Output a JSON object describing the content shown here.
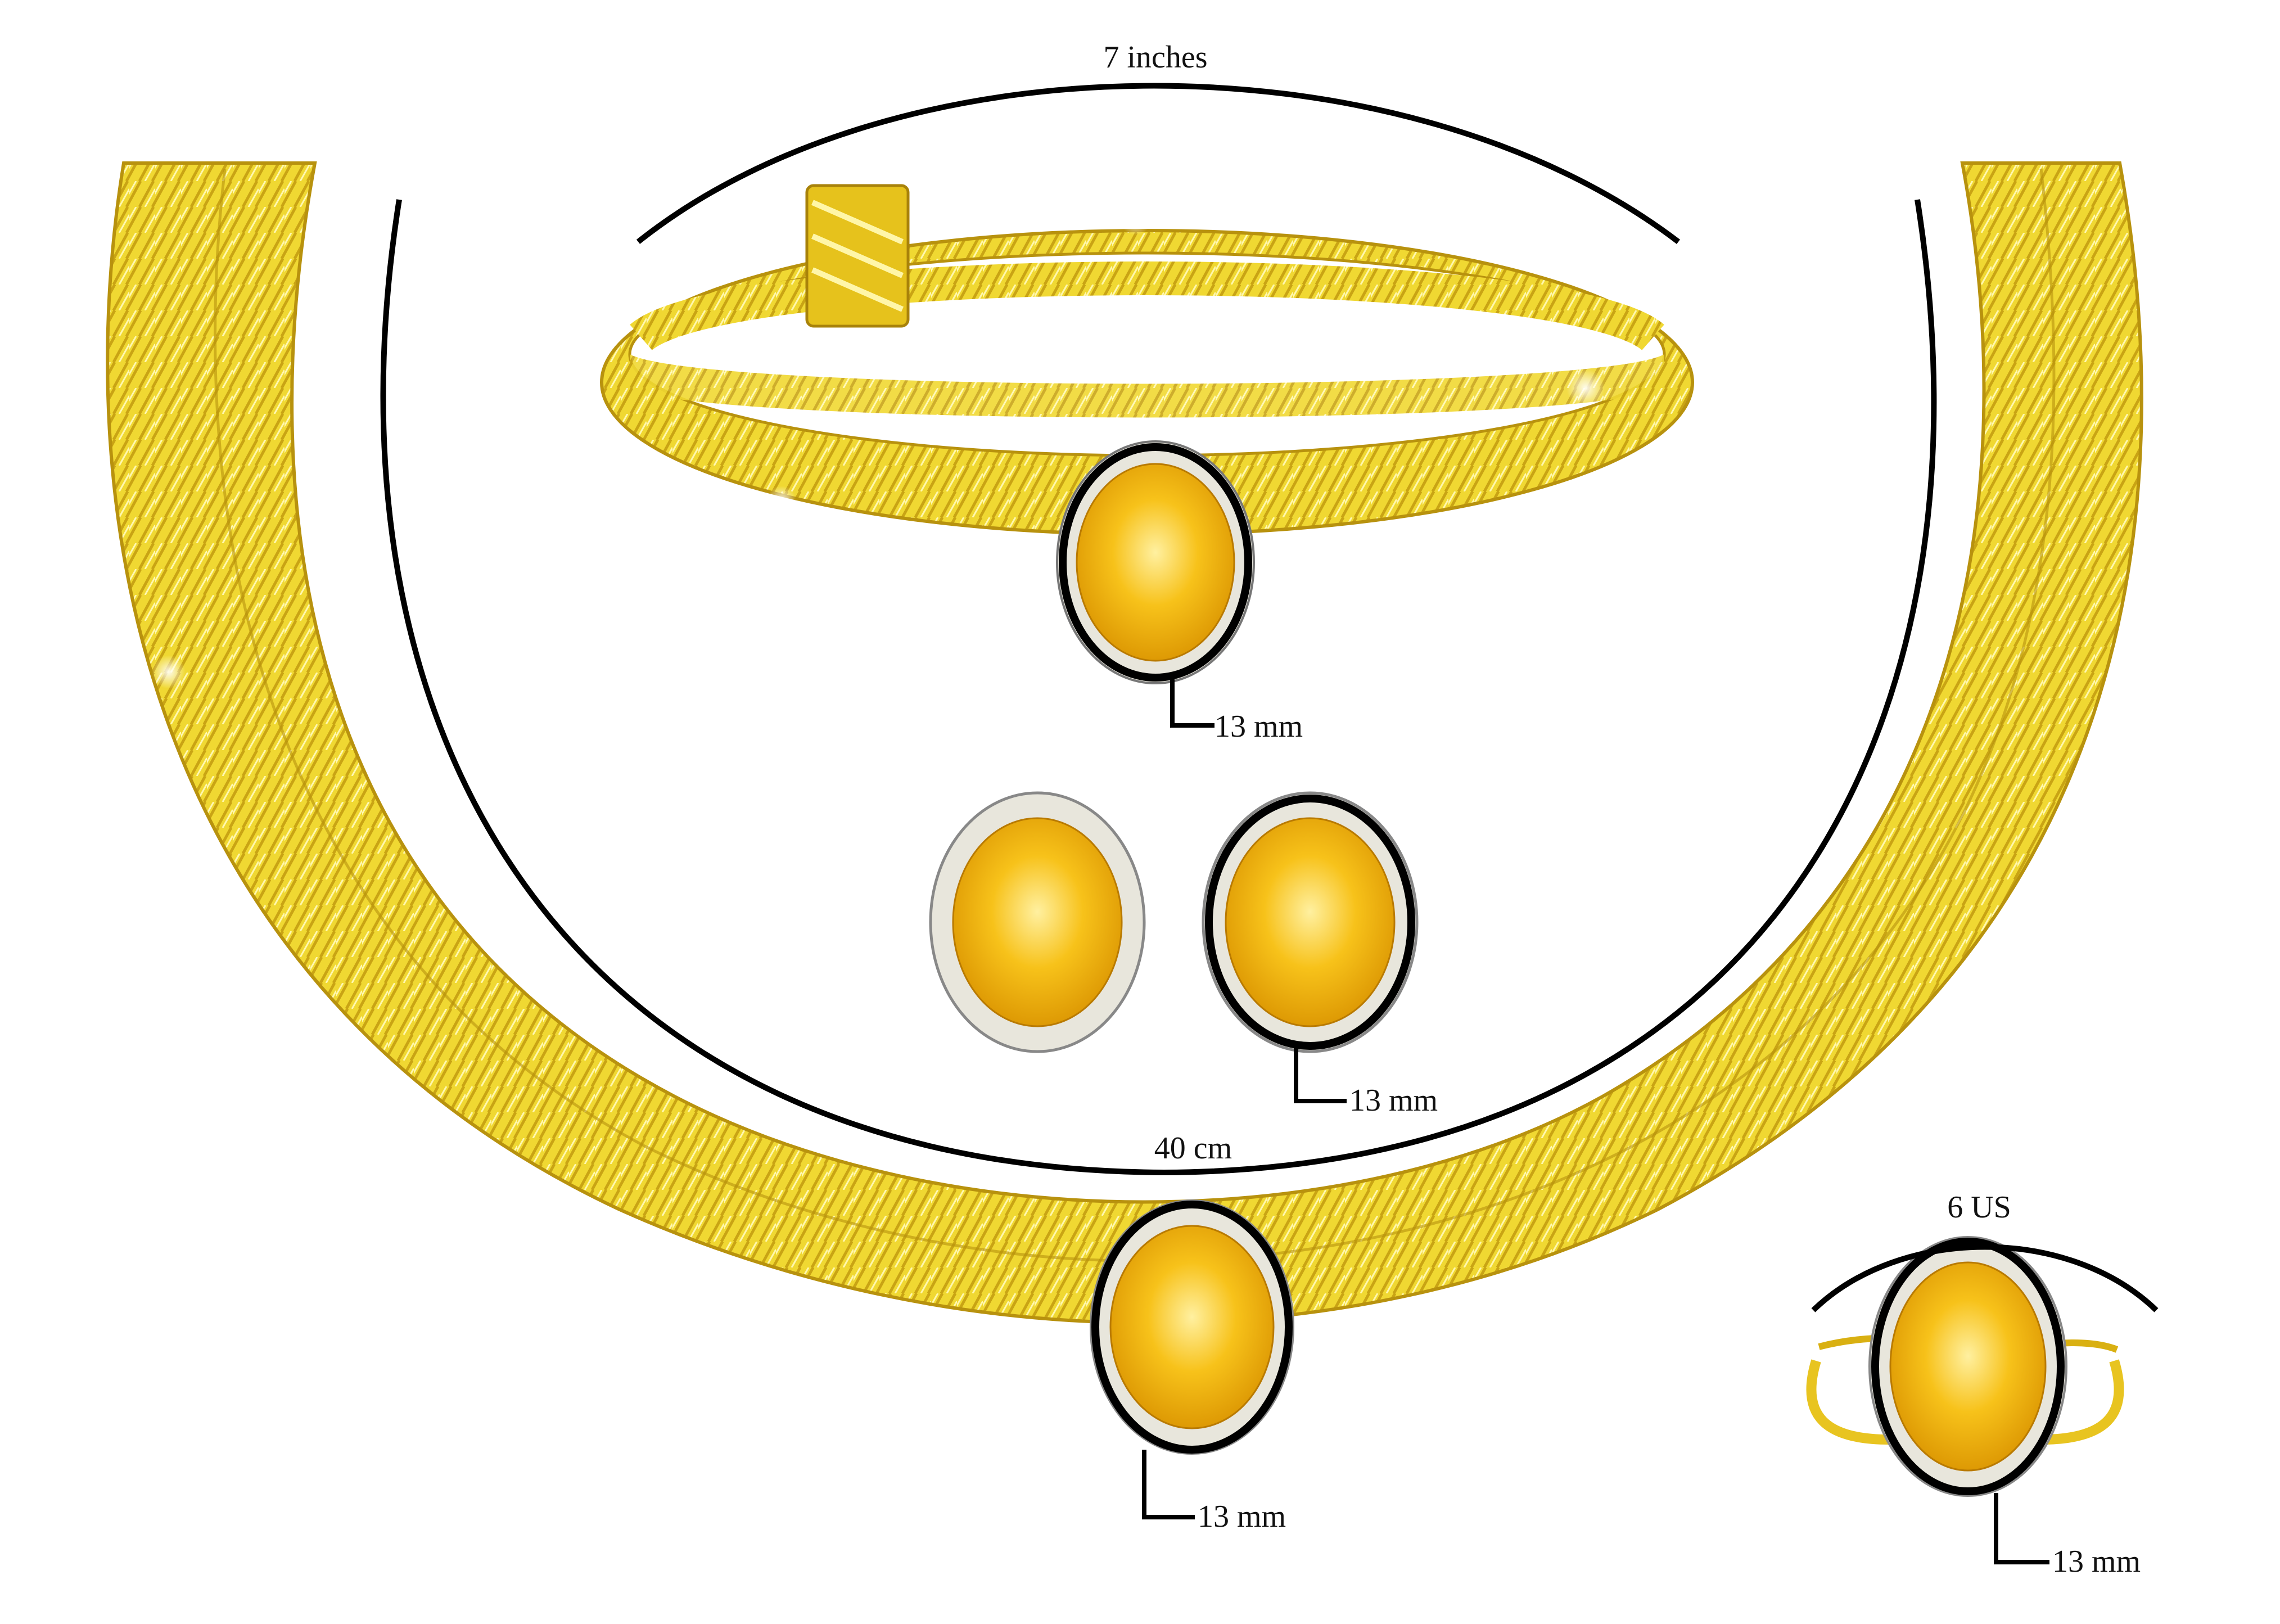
{
  "labels": {
    "bracelet_length": "7 inches",
    "necklace_length": "40 cm",
    "ring_size": "6 US",
    "bracelet_stone": "13 mm",
    "earring_stone": "13 mm",
    "necklace_stone": "13 mm",
    "ring_stone": "13 mm"
  },
  "colors": {
    "gold": "#f0d832",
    "gold_dark": "#c9a414",
    "citrine": "#f7c21a",
    "halo": "#e8e6dc",
    "outline": "#000000"
  }
}
